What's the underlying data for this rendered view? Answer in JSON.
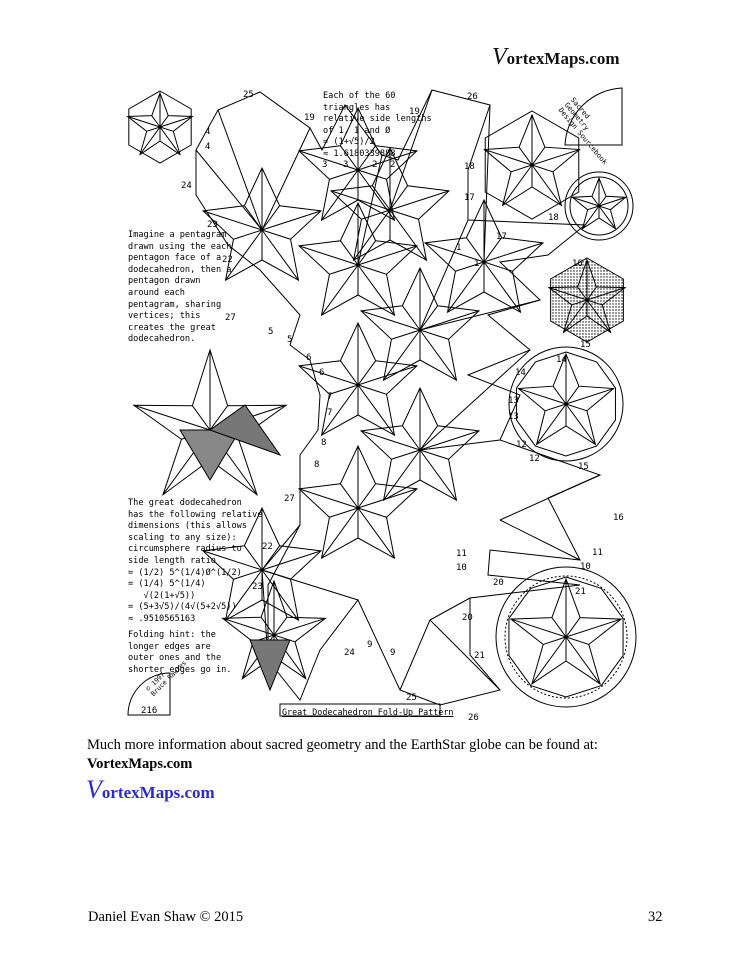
{
  "header": {
    "logo_initial": "V",
    "logo_rest": "ortexMaps.com"
  },
  "figure": {
    "note_triangles": [
      "Each of the 60",
      "triangles has",
      "relative side lengths",
      "of 1, 1 and Ø",
      "= (1+√5)/2",
      "≈ 1.6180339888"
    ],
    "note_imagine": [
      "Imagine a pentagram",
      "drawn using the each",
      "pentagon face of a",
      "dodecahedron, then a",
      "pentagon drawn",
      "around each",
      "pentagram, sharing",
      "vertices; this",
      "creates the great",
      "dodecahedron."
    ],
    "note_dimensions": [
      "The great dodecahedron",
      "has the following relative",
      "dimensions (this allows",
      "scaling to any size):",
      "circumsphere radius to",
      "side length ratio",
      "= (1/2) 5^(1/4)Ø^(1/2)",
      "= (1/4) 5^(1/4)",
      "   √(2(1+√5))",
      "= (5+3√5)/(4√(5+2√5))",
      "≈ .9510565163"
    ],
    "note_folding": [
      "Folding hint: the",
      "longer edges are",
      "outer ones and the",
      "shorter edges go in."
    ],
    "sacred_label": [
      "Sacred",
      "Geometry",
      "Design Sourcebook"
    ],
    "stamp_label": [
      "© 1997",
      "Bruce Rawles"
    ],
    "stamp_number": "216",
    "caption": "Great Dodecahedron Fold-Up Pattern",
    "edge_labels": [
      "25",
      "19",
      "4",
      "4",
      "24",
      "23",
      "22",
      "27",
      "5",
      "5",
      "6",
      "6",
      "7",
      "7",
      "8",
      "8",
      "27",
      "22",
      "23",
      "24",
      "9",
      "9",
      "25",
      "26",
      "26",
      "19",
      "3",
      "3",
      "2",
      "2",
      "18",
      "18",
      "17",
      "1",
      "17",
      "1",
      "16",
      "15",
      "14",
      "14",
      "13",
      "13",
      "12",
      "12",
      "15",
      "16",
      "11",
      "11",
      "10",
      "10",
      "20",
      "20",
      "21",
      "21"
    ]
  },
  "body_text": {
    "info": "Much more information about sacred geometry and the EarthStar globe can be found at:",
    "url": "VortexMaps.com"
  },
  "bottom_logo": {
    "logo_initial": "V",
    "logo_rest": "ortexMaps.com"
  },
  "footer": {
    "author": "Daniel Evan Shaw © 2015",
    "page_number": "32"
  },
  "colors": {
    "logo_blue": "#2a2ad0",
    "ink": "#000000"
  }
}
